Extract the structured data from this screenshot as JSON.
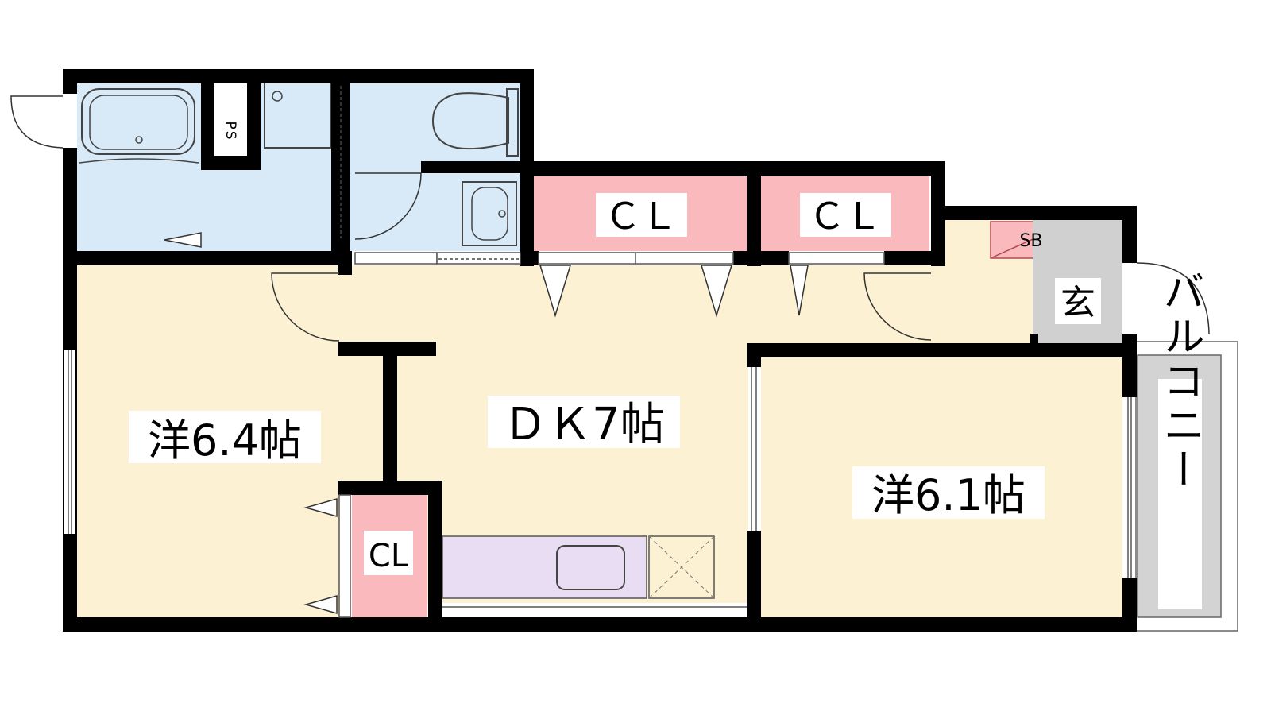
{
  "labels": {
    "room_west": "洋6.4帖",
    "dk": "ＤＫ7帖",
    "room_east": "洋6.1帖",
    "closet_1": "ＣＬ",
    "closet_2": "ＣＬ",
    "closet_small": "CL",
    "entrance": "玄",
    "shoe_box": "SB",
    "pipe_space": "PS",
    "balcony": "バルコニー"
  },
  "colors": {
    "wall": "#000000",
    "room": "#fdf1d4",
    "wet_area": "#d8e9f8",
    "closet": "#f9b9bd",
    "entrance": "#d0d0d0",
    "kitchen": "#e8ddf2",
    "balcony": "#d3d3d3"
  }
}
